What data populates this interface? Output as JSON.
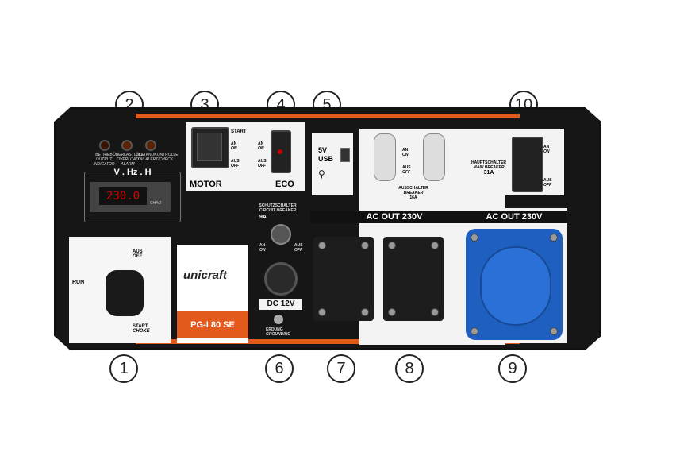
{
  "callouts": [
    "1",
    "2",
    "3",
    "4",
    "5",
    "6",
    "7",
    "8",
    "9",
    "10"
  ],
  "indicators": {
    "items": [
      {
        "label": "BETRIEB",
        "sub": "OUTPUT INDICATOR"
      },
      {
        "label": "ÜBERLASTUNG",
        "sub": "OVERLOAD ALARM"
      },
      {
        "label": "ÖLSTANDKONTROLLE",
        "sub": "OIL ALERT/CHECK"
      }
    ]
  },
  "meter": {
    "title": "V . Hz . H",
    "reading": "230.0",
    "unit": "CHAO"
  },
  "start_switch": {
    "start": "START",
    "an": "AN",
    "on": "ON",
    "aus": "AUS",
    "off": "OFF",
    "name": "MOTOR"
  },
  "eco_switch": {
    "an": "AN",
    "on": "ON",
    "aus": "AUS",
    "off": "OFF",
    "name": "ECO"
  },
  "usb": {
    "voltage": "5V",
    "label": "USB"
  },
  "small_breakers": {
    "an": "AN",
    "on": "ON",
    "aus": "AUS",
    "off": "OFF",
    "label": "AUSSCHALTER",
    "sub": "BREAKER",
    "rating": "16A"
  },
  "main_breaker": {
    "label": "HAUPTSCHALTER",
    "sub": "MAIN BREAKER",
    "rating": "31A",
    "an": "AN",
    "on": "ON",
    "aus": "AUS",
    "off": "OFF"
  },
  "ac_out_left": "AC  OUT 230V",
  "ac_out_right": "AC  OUT 230V",
  "dc_section": {
    "breaker_label": "SCHUTZSCHALTER",
    "breaker_sub": "CIRCUIT BREAKER",
    "rating": "9A",
    "an": "AN",
    "on": "ON",
    "aus": "AUS",
    "off": "OFF",
    "output": "DC 12V",
    "ground": "ERDUNG",
    "ground_sub": "GROUNDING"
  },
  "choke": {
    "aus": "AUS",
    "off": "OFF",
    "run": "RUN",
    "start": "START",
    "choke": "CHOKE"
  },
  "brand": {
    "logo": "unicraft",
    "model": "PG-I 80 SE"
  },
  "colors": {
    "accent": "#e25a1c",
    "panel": "#161616",
    "blue_socket": "#1f5fbf"
  }
}
